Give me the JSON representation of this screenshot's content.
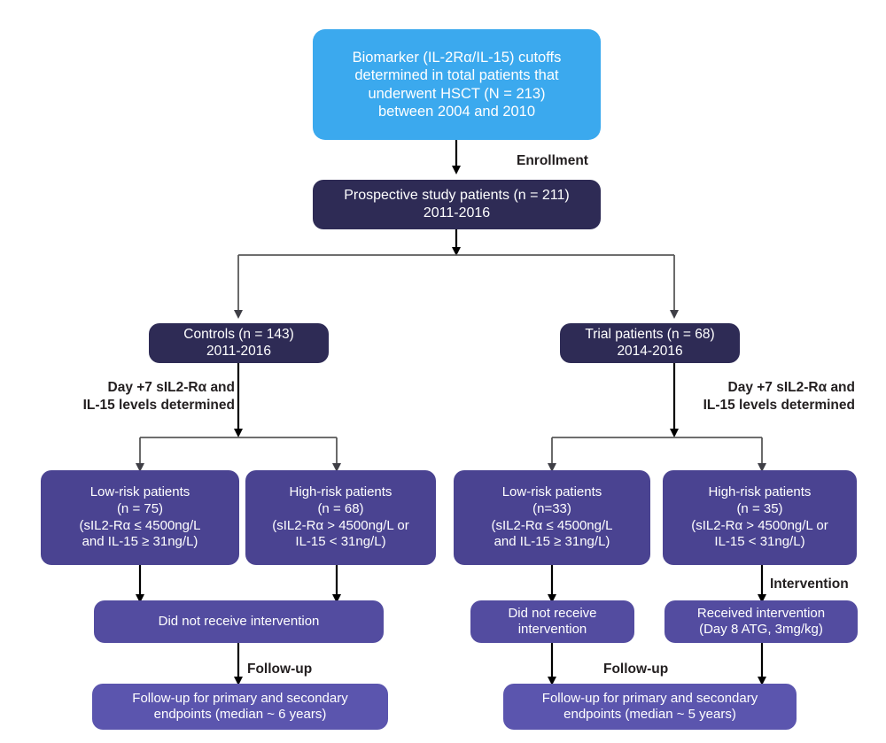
{
  "diagram": {
    "title": "CONSORT-style patient flow diagram for biomarker-guided HSCT trial",
    "colors": {
      "biomarker_box": "#3BA9EE",
      "enrollment_box": "#2E2B55",
      "risk_box": "#4A4391",
      "intervention_box": "#534CA0",
      "followup_box": "#5B55AE",
      "arrow": "#000000",
      "split_line": "#595959",
      "label_text": "#231F20",
      "box_text": "#FFFFFF",
      "background": "#FFFFFF"
    },
    "stage_labels": {
      "enrollment": "Enrollment",
      "biomarker_left": "Day +7 sIL2-Rα and\nIL-15 levels determined",
      "biomarker_right": "Day +7 sIL2-Rα and\nIL-15 levels determined",
      "intervention": "Intervention",
      "followup_left": "Follow-up",
      "followup_right": "Follow-up"
    },
    "nodes": {
      "biomarker": {
        "lines": [
          "Biomarker (IL-2Rα/IL-15) cutoffs",
          "determined in total patients that",
          "underwent HSCT (N = 213)",
          "between 2004 and 2010"
        ]
      },
      "prospective": {
        "lines": [
          "Prospective study patients (n = 211)",
          "2011-2016"
        ]
      },
      "controls": {
        "lines": [
          "Controls (n = 143)",
          "2011-2016"
        ]
      },
      "trial": {
        "lines": [
          "Trial patients (n = 68)",
          "2014-2016"
        ]
      },
      "ctrl_low_risk": {
        "lines": [
          "Low-risk patients",
          "(n = 75)",
          "(sIL2-Rα ≤ 4500ng/L",
          "and IL-15 ≥ 31ng/L)"
        ]
      },
      "ctrl_high_risk": {
        "lines": [
          "High-risk patients",
          "(n = 68)",
          "(sIL2-Rα > 4500ng/L or",
          "IL-15 < 31ng/L)"
        ]
      },
      "trial_low_risk": {
        "lines": [
          "Low-risk patients",
          "(n=33)",
          "(sIL2-Rα ≤ 4500ng/L",
          "and IL-15 ≥ 31ng/L)"
        ]
      },
      "trial_high_risk": {
        "lines": [
          "High-risk patients",
          "(n = 35)",
          "(sIL2-Rα > 4500ng/L or",
          "IL-15 < 31ng/L)"
        ]
      },
      "ctrl_no_intervention": {
        "lines": [
          "Did not receive intervention"
        ]
      },
      "trial_no_intervention": {
        "lines": [
          "Did not receive",
          "intervention"
        ]
      },
      "trial_received_intervention": {
        "lines": [
          "Received intervention",
          "(Day 8 ATG, 3mg/kg)"
        ]
      },
      "ctrl_followup": {
        "lines": [
          "Follow-up for primary and secondary",
          "endpoints (median ~ 6 years)"
        ]
      },
      "trial_followup": {
        "lines": [
          "Follow-up for primary and secondary",
          "endpoints (median ~ 5 years)"
        ]
      }
    }
  }
}
